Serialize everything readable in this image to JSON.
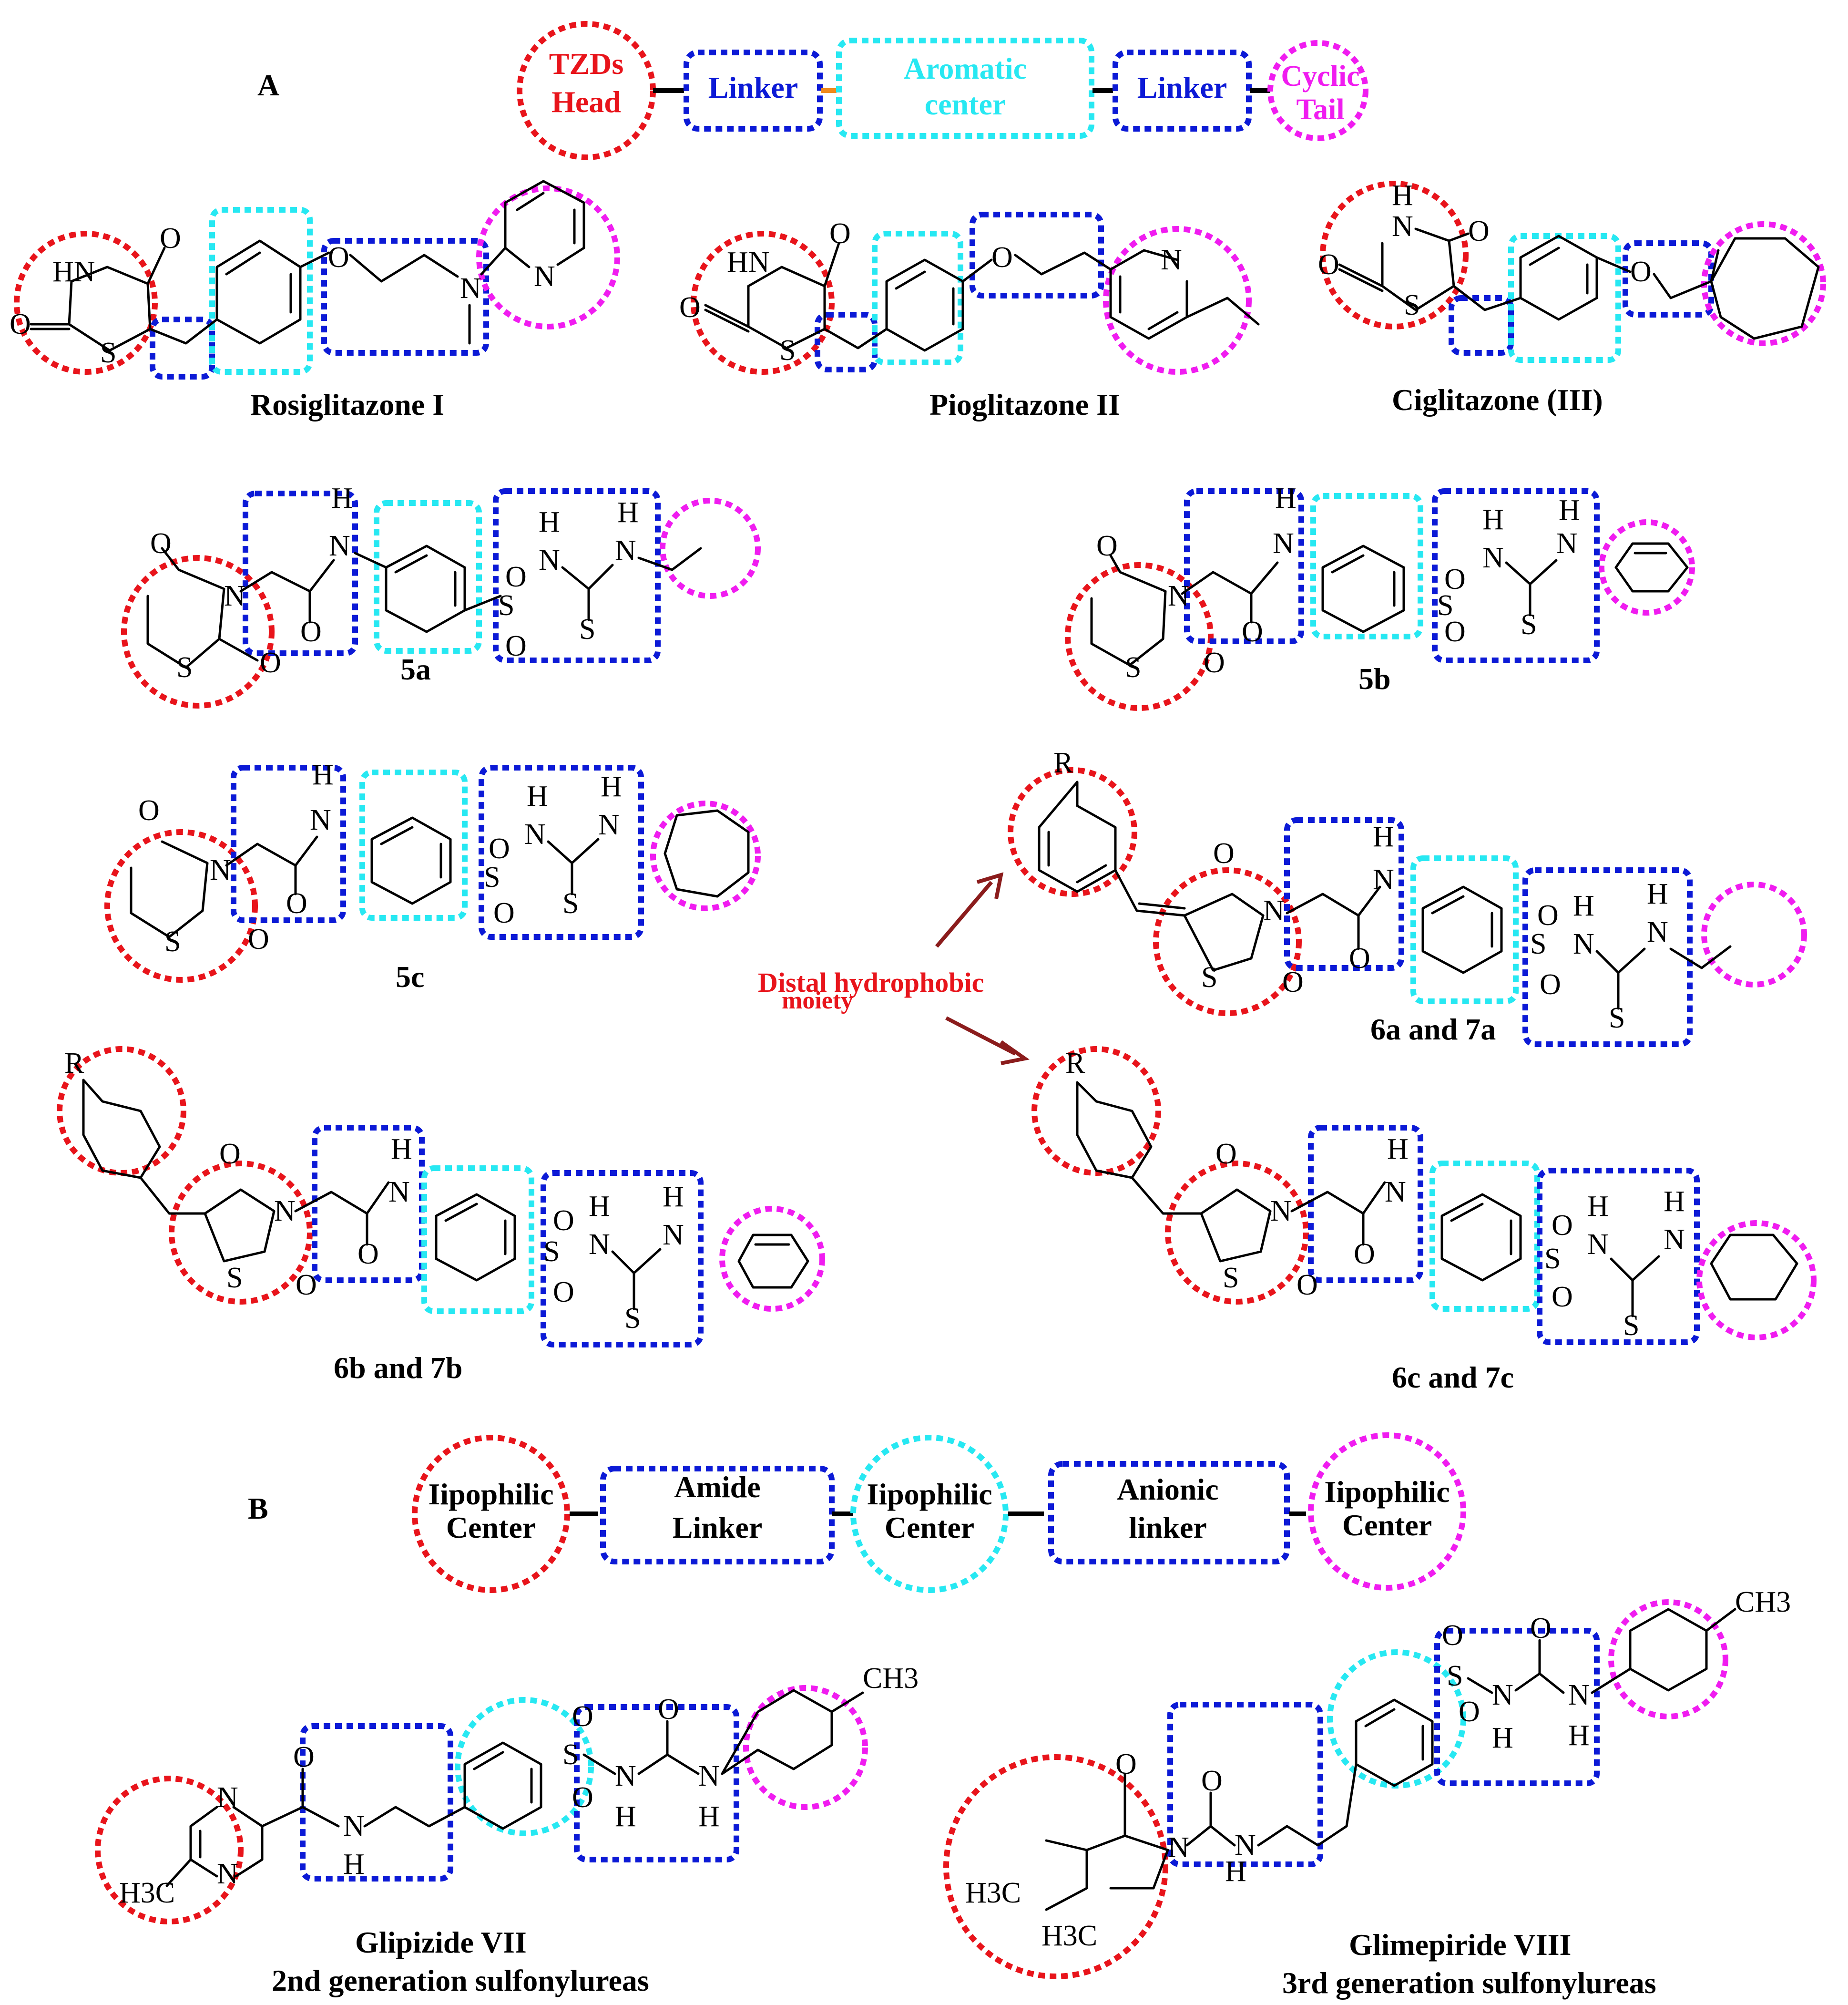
{
  "panel_labels": {
    "a": "A",
    "b": "B"
  },
  "scheme_a": {
    "head": [
      "TZDs",
      "Head"
    ],
    "linker1": "Linker",
    "aromatic": [
      "Aromatic",
      "center"
    ],
    "linker2": "Linker",
    "tail": [
      "Cyclic",
      "Tail"
    ]
  },
  "scheme_b": {
    "c1": [
      "Iipophilic",
      "Center"
    ],
    "amide": [
      "Amide",
      "Linker"
    ],
    "c2": [
      "Iipophilic",
      "Center"
    ],
    "anionic": [
      "Anionic",
      "linker"
    ],
    "c3": [
      "Iipophilic",
      "Center"
    ]
  },
  "compounds": {
    "rosi": "Rosiglitazone I",
    "pio": "Pioglitazone II",
    "cig": "Ciglitazone (III)",
    "c5a": "5a",
    "c5b": "5b",
    "c5c": "5c",
    "c6a": "6a and 7a",
    "c6b": "6b and 7b",
    "c6c": "6c and 7c",
    "glip1": "Glipizide VII",
    "glip2": "2nd generation sulfonylureas",
    "glim1": "Glimepiride VIII",
    "glim2": "3rd generation sulfonylureas"
  },
  "distal": [
    "Distal hydrophobic",
    "moiety"
  ],
  "atoms": {
    "O": "O",
    "S": "S",
    "N": "N",
    "H": "H",
    "HN": "HN",
    "R": "R",
    "H3C": "H3C",
    "CH3": "CH3"
  },
  "colors": {
    "head": "#e8141b",
    "linker": "#0c1ad6",
    "aromatic": "#27e8f2",
    "tail": "#f01cf0",
    "arrow": "#8b1c1c"
  }
}
